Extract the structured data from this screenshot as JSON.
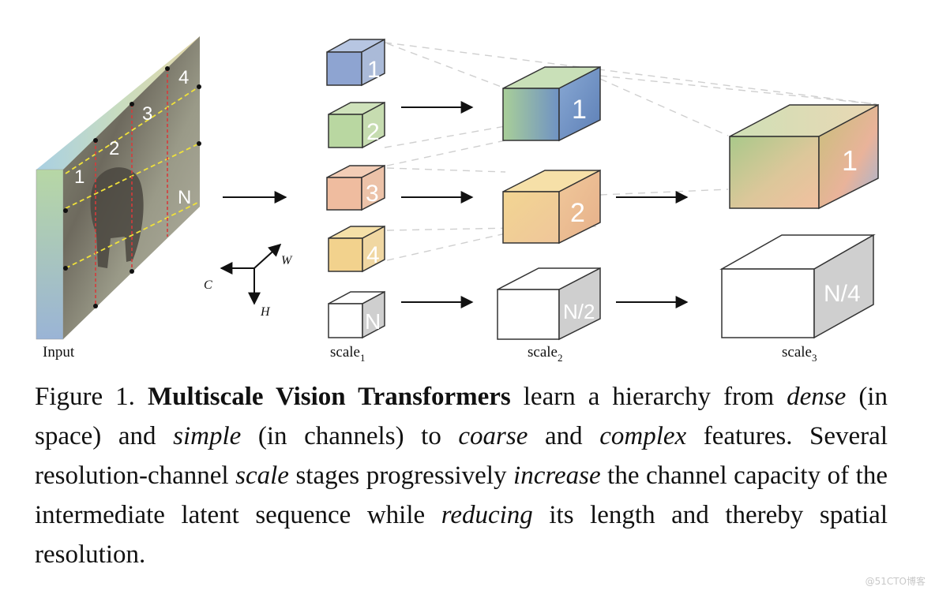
{
  "figure": {
    "input_label": "Input",
    "input_patch_numbers": [
      "1",
      "2",
      "3",
      "4",
      "N"
    ],
    "axes": {
      "c": "C",
      "w": "W",
      "h": "H"
    },
    "scales": [
      {
        "label": "scale",
        "sub": "1",
        "cubes": [
          "1",
          "2",
          "3",
          "4",
          "N"
        ]
      },
      {
        "label": "scale",
        "sub": "2",
        "cubes": [
          "1",
          "2",
          "N/2"
        ]
      },
      {
        "label": "scale",
        "sub": "3",
        "cubes": [
          "1",
          "N/4"
        ]
      }
    ]
  },
  "caption": {
    "prefix": "Figure 1. ",
    "title": "Multiscale Vision Transformers",
    "t1": " learn a hierarchy from ",
    "i1": "dense",
    "t2": " (in space) and ",
    "i2": "simple",
    "t3": " (in channels) to ",
    "i3": "coarse",
    "t4": " and ",
    "i4": "complex",
    "t5": " features.  Several resolution-channel ",
    "i5": "scale",
    "t6": " stages progressively ",
    "i6": "increase",
    "t7": " the channel capacity of the intermediate latent sequence while ",
    "i7": "reducing",
    "t8": " its length and thereby spatial resolution."
  },
  "watermark": "@51CTO博客"
}
